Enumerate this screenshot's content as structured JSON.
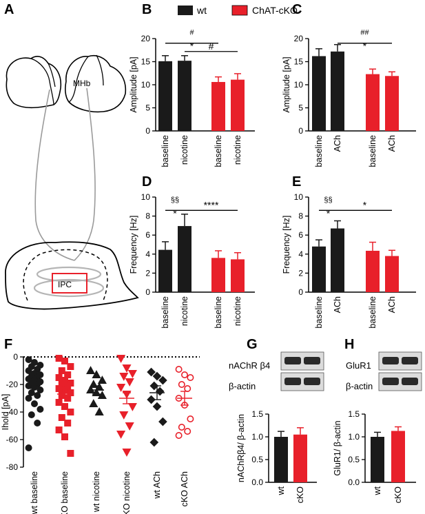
{
  "colors": {
    "wt": "#1a1a1a",
    "cko": "#e8202a",
    "axis": "#000000",
    "gray": "#9a9a9a"
  },
  "legend": {
    "wt": "wt",
    "cko": "ChAT-cKO"
  },
  "panelA": {
    "letter": "A",
    "mhb": "MHb",
    "ipc": "IPC"
  },
  "chart_data": [
    {
      "id": "B",
      "type": "bar",
      "letter": "B",
      "ylabel": "Amplitude [pA]",
      "ylim": [
        0,
        20
      ],
      "yticks": [
        0,
        5,
        10,
        15,
        20
      ],
      "categories": [
        "baseline",
        "nicotine",
        "baseline",
        "nicotine"
      ],
      "groups": [
        "wt",
        "wt",
        "cko",
        "cko"
      ],
      "values": [
        15.1,
        15.2,
        10.6,
        11.1
      ],
      "errors": [
        1.2,
        1.1,
        1.1,
        1.3
      ],
      "annotations": [
        {
          "from": 0,
          "to": 2,
          "y": 19.0,
          "labels": [
            "#",
            "*"
          ]
        },
        {
          "from": 1,
          "to": 3,
          "y": 17.2,
          "labels": [
            "#"
          ]
        }
      ]
    },
    {
      "id": "C",
      "type": "bar",
      "letter": "C",
      "ylabel": "Amplitude [pA]",
      "ylim": [
        0,
        20
      ],
      "yticks": [
        0,
        5,
        10,
        15,
        20
      ],
      "categories": [
        "baseline",
        "ACh",
        "baseline",
        "ACh"
      ],
      "groups": [
        "wt",
        "wt",
        "cko",
        "cko"
      ],
      "values": [
        16.2,
        17.2,
        12.3,
        11.9
      ],
      "errors": [
        1.6,
        1.5,
        1.1,
        0.9
      ],
      "annotations": [
        {
          "from": 1,
          "to": 3,
          "y": 19.0,
          "labels": [
            "##",
            "*"
          ]
        }
      ]
    },
    {
      "id": "D",
      "type": "bar",
      "letter": "D",
      "ylabel": "Frequency [Hz]",
      "ylim": [
        0,
        10
      ],
      "yticks": [
        0,
        2,
        4,
        6,
        8,
        10
      ],
      "categories": [
        "baseline",
        "nicotine",
        "baseline",
        "nicotine"
      ],
      "groups": [
        "wt",
        "wt",
        "cko",
        "cko"
      ],
      "values": [
        4.45,
        6.95,
        3.6,
        3.45
      ],
      "errors": [
        0.85,
        1.25,
        0.75,
        0.7
      ],
      "annotations": [
        {
          "from": 0,
          "to": 1,
          "y": 8.6,
          "labels": [
            "§§",
            "*"
          ]
        },
        {
          "from": 1,
          "to": 3,
          "y": 8.6,
          "labels": [
            "****"
          ]
        }
      ]
    },
    {
      "id": "E",
      "type": "bar",
      "letter": "E",
      "ylabel": "Frequency [Hz]",
      "ylim": [
        0,
        10
      ],
      "yticks": [
        0,
        2,
        4,
        6,
        8,
        10
      ],
      "categories": [
        "baseline",
        "ACh",
        "baseline",
        "ACh"
      ],
      "groups": [
        "wt",
        "wt",
        "cko",
        "cko"
      ],
      "values": [
        4.8,
        6.7,
        4.35,
        3.8
      ],
      "errors": [
        0.7,
        0.8,
        0.9,
        0.6
      ],
      "annotations": [
        {
          "from": 0,
          "to": 1,
          "y": 8.6,
          "labels": [
            "§§",
            "*"
          ]
        },
        {
          "from": 1,
          "to": 3,
          "y": 8.6,
          "labels": [
            "*"
          ]
        }
      ]
    },
    {
      "id": "F",
      "type": "scatter",
      "letter": "F",
      "ylabel": "Ihold [pA]",
      "ylim": [
        -80,
        0
      ],
      "yticks": [
        0,
        -20,
        -40,
        -60,
        -80
      ],
      "categories": [
        "wt baseline",
        "cKO baseline",
        "wt nicotine",
        "cKO nicotine",
        "wt ACh",
        "cKO ACh"
      ],
      "series": [
        {
          "group": "wt",
          "marker": "circle",
          "filled": true,
          "mean": -20,
          "sem": 3,
          "values": [
            -2,
            -4,
            -6,
            -7,
            -9,
            -10,
            -12,
            -13,
            -14,
            -15,
            -16,
            -17,
            -18,
            -19,
            -20,
            -21,
            -22,
            -24,
            -26,
            -28,
            -30,
            -34,
            -38,
            -42,
            -48,
            -66
          ]
        },
        {
          "group": "cko",
          "marker": "square",
          "filled": true,
          "mean": -27,
          "sem": 3,
          "values": [
            -1,
            -3,
            -7,
            -10,
            -13,
            -15,
            -17,
            -19,
            -20,
            -21,
            -23,
            -24,
            -26,
            -28,
            -30,
            -33,
            -36,
            -40,
            -44,
            -48,
            -53,
            -58,
            -70
          ]
        },
        {
          "group": "wt",
          "marker": "triangle-up",
          "filled": true,
          "mean": -24,
          "sem": 3,
          "values": [
            -10,
            -13,
            -17,
            -20,
            -22,
            -24,
            -26,
            -28,
            -34,
            -40
          ]
        },
        {
          "group": "cko",
          "marker": "triangle-down",
          "filled": true,
          "mean": -30,
          "sem": 4,
          "values": [
            -1,
            -8,
            -12,
            -14,
            -18,
            -22,
            -27,
            -36,
            -42,
            -50,
            -56,
            -69
          ]
        },
        {
          "group": "wt",
          "marker": "diamond",
          "filled": true,
          "mean": -26,
          "sem": 5,
          "values": [
            -11,
            -14,
            -17,
            -21,
            -25,
            -31,
            -36,
            -47,
            -62
          ]
        },
        {
          "group": "cko",
          "marker": "circle",
          "filled": false,
          "mean": -30,
          "sem": 5,
          "values": [
            -9,
            -13,
            -15,
            -20,
            -23,
            -30,
            -35,
            -45,
            -51,
            -54,
            -57
          ]
        }
      ]
    },
    {
      "id": "G",
      "type": "bar",
      "letter": "G",
      "blot_labels": [
        "nAChR β4",
        "β-actin"
      ],
      "ylabel": "nAChRβ4/ β-actin",
      "ylim": [
        0,
        1.5
      ],
      "yticks": [
        0.0,
        0.5,
        1.0,
        1.5
      ],
      "ytick_labels": [
        "0.0",
        "0.5",
        "1.0",
        "1.5"
      ],
      "categories": [
        "wt",
        "cKO"
      ],
      "groups": [
        "wt",
        "cko"
      ],
      "values": [
        1.0,
        1.05
      ],
      "errors": [
        0.12,
        0.15
      ]
    },
    {
      "id": "H",
      "type": "bar",
      "letter": "H",
      "blot_labels": [
        "GluR1",
        "β-actin"
      ],
      "ylabel": "GluR1/ β-actin",
      "ylim": [
        0,
        1.5
      ],
      "yticks": [
        0.0,
        0.5,
        1.0,
        1.5
      ],
      "ytick_labels": [
        "0.0",
        "0.5",
        "1.0",
        "1.5"
      ],
      "categories": [
        "wt",
        "cKO"
      ],
      "groups": [
        "wt",
        "cko"
      ],
      "values": [
        1.0,
        1.13
      ],
      "errors": [
        0.1,
        0.09
      ]
    }
  ]
}
